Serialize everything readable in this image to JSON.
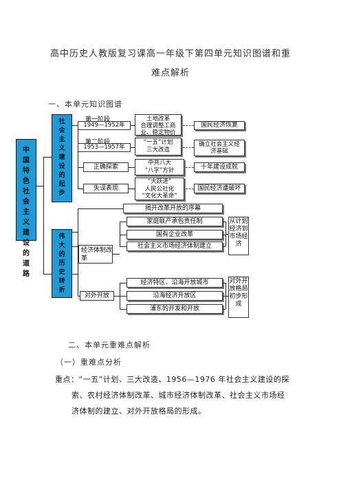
{
  "title_line1": "高中历史人教版复习课高一年级下第四单元知识图谱和重",
  "title_line2": "难点解析",
  "section1": "一、本单元知识图谱",
  "diagram": {
    "root": "中国特色社会主义建设的道路",
    "branch1": "社会主义建设的起步",
    "branch2": "伟大的历史转折",
    "stage1": "第一阶段",
    "stage1_years": "1949—1952年",
    "stage1_tasks": [
      "土地改革",
      "合理调整工商业、稳定物价"
    ],
    "stage1_result": "国民经济恢复",
    "stage2": "第二阶段",
    "stage2_years": "1953—1957年",
    "stage2_tasks": [
      "“一五”计划",
      "三大改造"
    ],
    "stage2_result": "确立社会主义经济基础",
    "explore": "正确探索",
    "explore_mid": [
      "中共八大",
      "“八字”方针"
    ],
    "explore_result": "十年建设成就",
    "mistake": "失误表现",
    "mistake_mid": [
      "“大跃进”",
      "人民公社化",
      "“文化大革命”"
    ],
    "mistake_result": "国民经济遭破坏",
    "reform_open": "揭开改革开放的序幕",
    "econ_reform": "经济体制改革",
    "econ_items": [
      "家庭联产承包责任制",
      "国有企业改革",
      "社会主义市场经济体制建立"
    ],
    "econ_result": "从计划经济到市场经济",
    "opening": "对外开放",
    "opening_items": [
      "经济特区、沿海开放城市",
      "沿海经济开放区",
      "浦东的开发和开放"
    ],
    "opening_result": "对外开放格局初步形成"
  },
  "section2": "二、本单元重难点解析",
  "subsection1": "（一）重难点分析",
  "key_points": "重点：“一五”计划、三大改造、1956—1976年社会主义建设的探索、农村经济体制改革、城市经济体制改革、社会主义市场经济体制的建立、对外开放格局的形成。",
  "key_lines": [
    "重点：“一五”计划、三大改造、1956—1976 年社会主义建设的探",
    "索、农村经济体制改革、城市经济体制改革、社会主义市场经",
    "济体制的建立、对外开放格局的形成。"
  ]
}
